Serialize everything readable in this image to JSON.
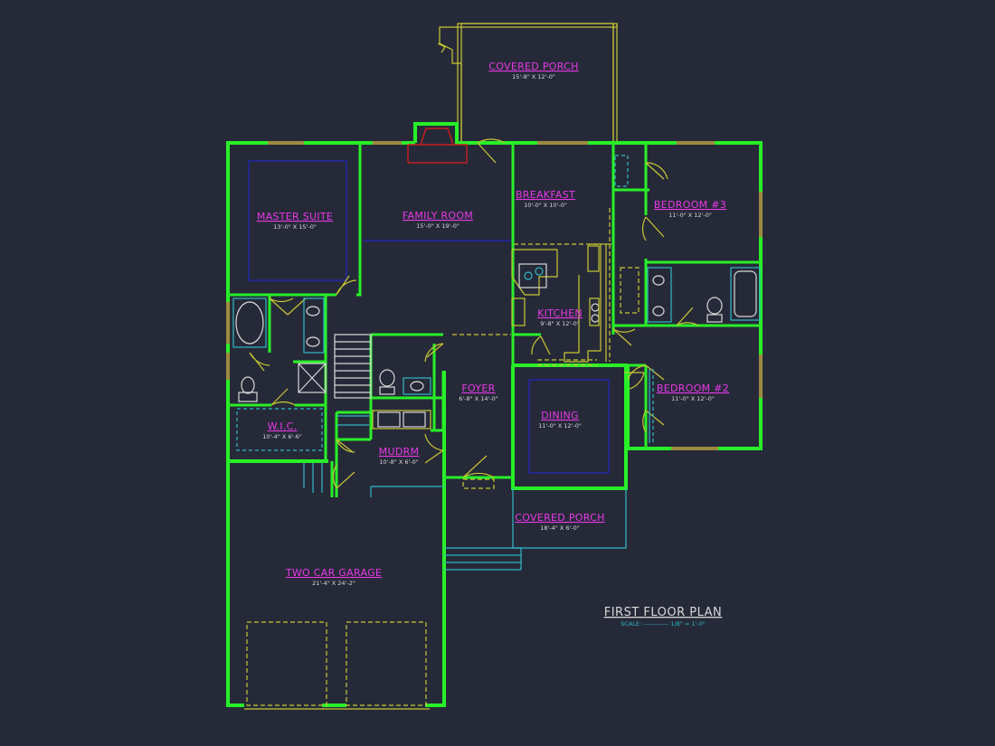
{
  "plan": {
    "title": "FIRST FLOOR PLAN",
    "scale": "SCALE: ------------ 1/8\" = 1'-0\"",
    "colors": {
      "background": "#262a38",
      "walls": "#28f028",
      "room_labels": "#e838e8",
      "fixtures": "#c8c832",
      "ceiling_lines": "#2424b0",
      "plumbing": "#30b8c8",
      "fireplace": "#c82020"
    }
  },
  "rooms": [
    {
      "name": "COVERED PORCH",
      "dims": "15'-8\" X 12'-0\""
    },
    {
      "name": "MASTER SUITE",
      "dims": "13'-0\" X 15'-0\""
    },
    {
      "name": "FAMILY ROOM",
      "dims": "15'-0\" X 19'-0\""
    },
    {
      "name": "BREAKFAST",
      "dims": "10'-0\" X 10'-0\""
    },
    {
      "name": "BEDROOM #3",
      "dims": "11'-0\" X 12'-0\""
    },
    {
      "name": "KITCHEN",
      "dims": "9'-8\" X 12'-0\""
    },
    {
      "name": "BEDROOM #2",
      "dims": "11'-0\" X 12'-0\""
    },
    {
      "name": "FOYER",
      "dims": "6'-8\" X 14'-0\""
    },
    {
      "name": "DINING",
      "dims": "11'-0\" X 12'-0\""
    },
    {
      "name": "W.I.C.",
      "dims": "10'-4\" X 6'-6\""
    },
    {
      "name": "MUDRM",
      "dims": "10'-8\" X 6'-0\""
    },
    {
      "name": "COVERED PORCH",
      "dims": "18'-4\" X 6'-0\""
    },
    {
      "name": "TWO CAR GARAGE",
      "dims": "21'-4\" X 24'-2\""
    }
  ]
}
